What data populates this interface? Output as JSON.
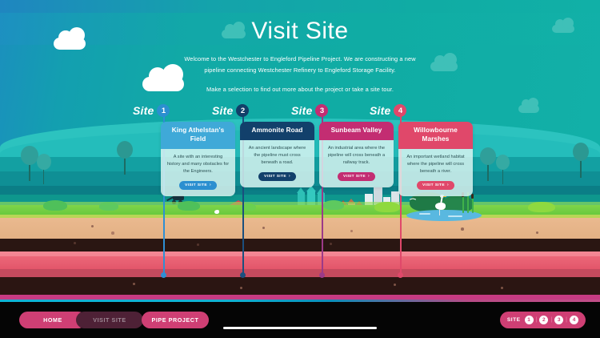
{
  "header": {
    "title": "Visit Site",
    "intro_line1": "Welcome to the Westchester to Engleford Pipeline Project. We are constructing a new",
    "intro_line2": "pipeline connecting Westchester Refinery to Engleford Storage Facility.",
    "intro_line3": "Make a selection to find out more about the project or take a site tour."
  },
  "sites": [
    {
      "label": "Site",
      "number": "1",
      "name": "King Athelstan's Field",
      "description": "A site with an interesting history and many obstacles for the Engineers.",
      "button": "VISIT SITE",
      "arrow": "›",
      "header_color": "#3fa9d8",
      "accent_color": "#3fa9d8",
      "badge_color": "#2b8fd0"
    },
    {
      "label": "Site",
      "number": "2",
      "name": "Ammonite Road",
      "description": "An ancient landscape where the pipeline must cross beneath a road.",
      "button": "VISIT SITE",
      "arrow": "›",
      "header_color": "#12406b",
      "accent_color": "#12406b",
      "badge_color": "#113f69"
    },
    {
      "label": "Site",
      "number": "3",
      "name": "Sunbeam Valley",
      "description": "An industrial area where the pipeline will cross beneath a railway track.",
      "button": "VISIT SITE",
      "arrow": "›",
      "header_color": "#c32d72",
      "accent_color": "#c32d72",
      "badge_color": "#c32d72"
    },
    {
      "label": "Site",
      "number": "4",
      "name": "Willowbourne Marshes",
      "description": "An important wetland habitat where the pipeline will cross beneath a river.",
      "button": "VISIT SITE",
      "arrow": "›",
      "header_color": "#e0486a",
      "accent_color": "#e0486a",
      "badge_color": "#e0486a"
    }
  ],
  "bottom_bar": {
    "nav": [
      {
        "label": "HOME",
        "state": "normal"
      },
      {
        "label": "VISIT SITE",
        "state": "active"
      },
      {
        "label": "PIPE PROJECT",
        "state": "normal"
      }
    ],
    "site_selector": {
      "label": "SITE",
      "separator": "|",
      "options": [
        "1",
        "2",
        "3",
        "4"
      ]
    }
  },
  "colors": {
    "sky": "#12a8a4",
    "pink": "#cf3f74",
    "bar_background": "#050505"
  }
}
